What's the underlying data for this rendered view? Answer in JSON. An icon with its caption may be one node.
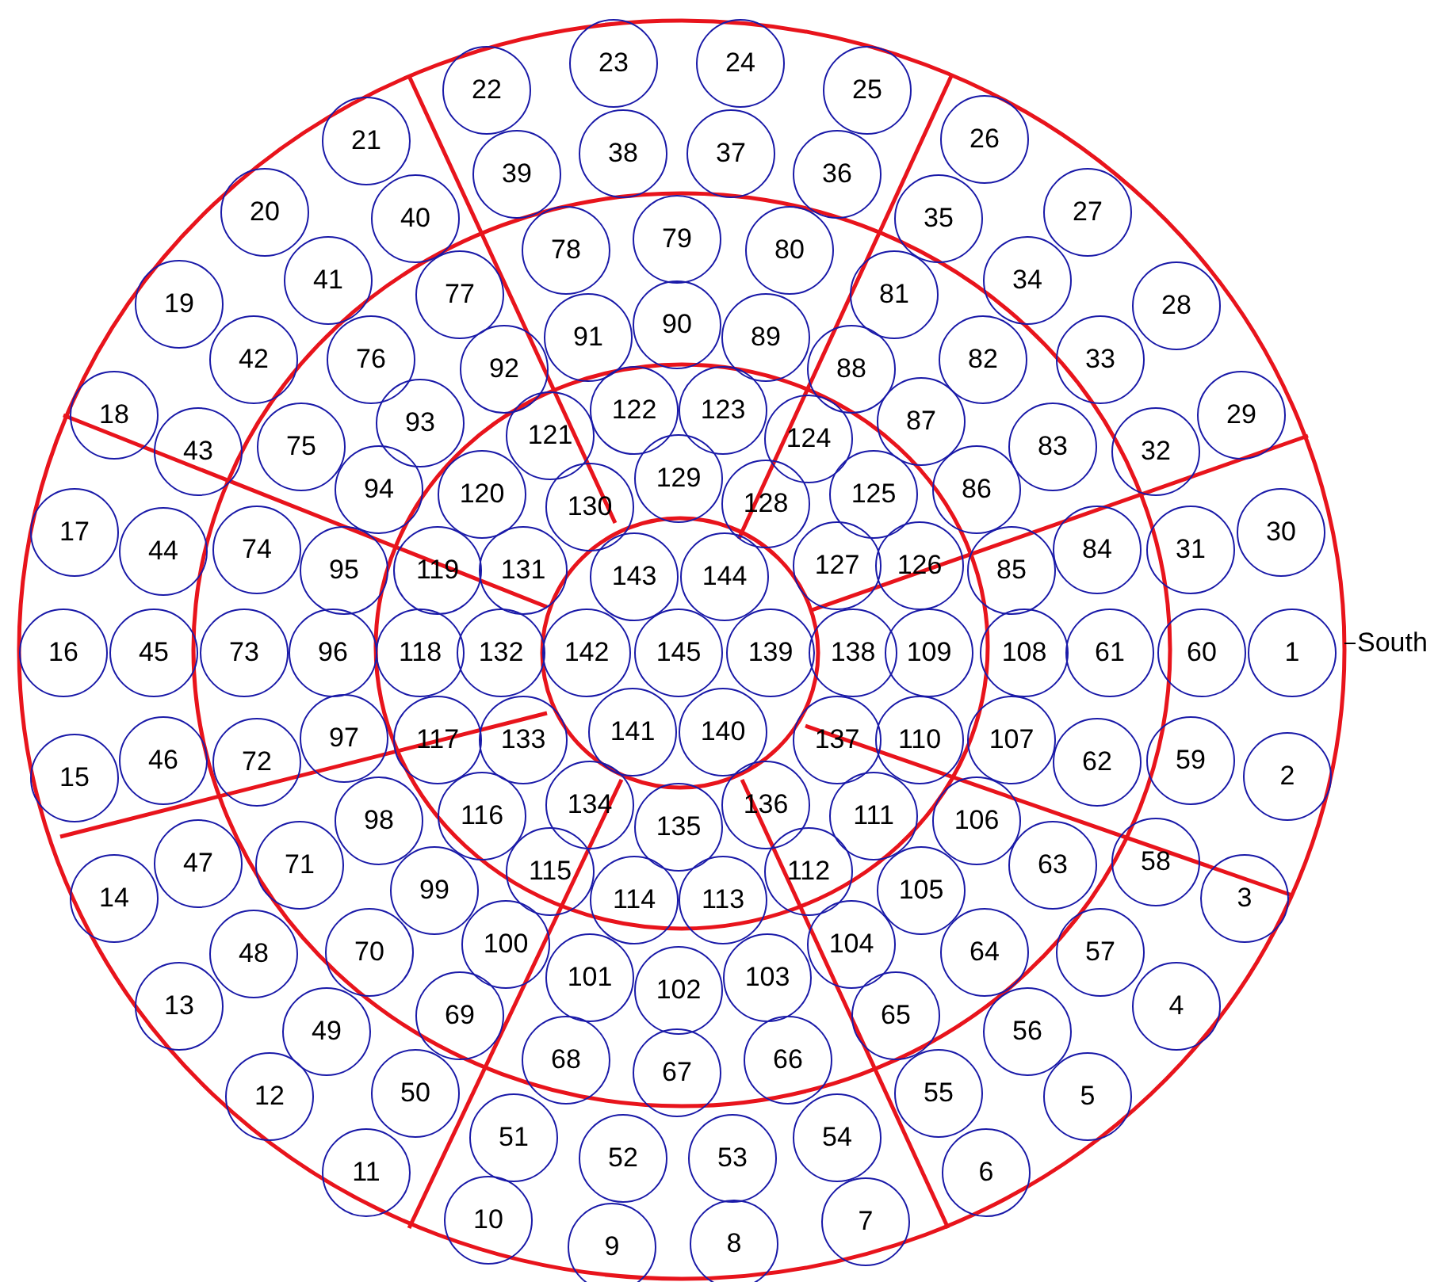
{
  "diagram": {
    "nodes": [
      {
        "text": [
          "1"
        ]
      },
      {
        "text": [
          "2"
        ]
      },
      {
        "text": [
          "3"
        ]
      },
      {
        "text": [
          "4"
        ]
      },
      {
        "text": [
          "5"
        ]
      },
      {
        "text": [
          "6"
        ]
      },
      {
        "text": [
          "7"
        ]
      },
      {
        "text": [
          "8"
        ]
      },
      {
        "text": [
          "9"
        ]
      },
      {
        "text": [
          "10"
        ]
      },
      {
        "text": [
          "11"
        ]
      },
      {
        "text": [
          "12"
        ]
      },
      {
        "text": [
          "13"
        ]
      },
      {
        "text": [
          "14"
        ]
      },
      {
        "text": [
          "15"
        ]
      },
      {
        "text": [
          "16"
        ]
      },
      {
        "text": [
          "17"
        ]
      },
      {
        "text": [
          "18"
        ]
      },
      {
        "text": [
          "19"
        ]
      },
      {
        "text": [
          "20"
        ]
      },
      {
        "text": [
          "21"
        ]
      },
      {
        "text": [
          "22"
        ]
      },
      {
        "text": [
          "23"
        ]
      },
      {
        "text": [
          "24"
        ]
      },
      {
        "text": [
          "25"
        ]
      },
      {
        "text": [
          "26"
        ]
      },
      {
        "text": [
          "27"
        ]
      },
      {
        "text": [
          "28"
        ]
      },
      {
        "text": [
          "29"
        ]
      },
      {
        "text": [
          "30"
        ]
      },
      {
        "text": [
          "31"
        ]
      },
      {
        "text": [
          "32"
        ]
      },
      {
        "text": [
          "33"
        ]
      },
      {
        "text": [
          "34"
        ]
      },
      {
        "text": [
          "35"
        ]
      },
      {
        "text": [
          "36"
        ]
      },
      {
        "text": [
          "37"
        ]
      },
      {
        "text": [
          "38"
        ]
      },
      {
        "text": [
          "39"
        ]
      },
      {
        "text": [
          "40"
        ]
      },
      {
        "text": [
          "41"
        ]
      },
      {
        "text": [
          "42"
        ]
      },
      {
        "text": [
          "43"
        ]
      },
      {
        "text": [
          "44"
        ]
      },
      {
        "text": [
          "45"
        ]
      },
      {
        "text": [
          "46"
        ]
      },
      {
        "text": [
          "47"
        ]
      },
      {
        "text": [
          "48"
        ]
      },
      {
        "text": [
          "49"
        ]
      },
      {
        "text": [
          "50"
        ]
      },
      {
        "text": [
          "51"
        ]
      },
      {
        "text": [
          "52"
        ]
      },
      {
        "text": [
          "53"
        ]
      },
      {
        "text": [
          "54"
        ]
      },
      {
        "text": [
          "55"
        ]
      },
      {
        "text": [
          "56"
        ]
      },
      {
        "text": [
          "57"
        ]
      },
      {
        "text": [
          "58"
        ]
      },
      {
        "text": [
          "59"
        ]
      },
      {
        "text": [
          "60"
        ]
      },
      {
        "text": [
          "61"
        ]
      },
      {
        "text": [
          "62"
        ]
      },
      {
        "text": [
          "63"
        ]
      },
      {
        "text": [
          "64"
        ]
      },
      {
        "text": [
          "65"
        ]
      },
      {
        "text": [
          "66"
        ]
      },
      {
        "text": [
          "67"
        ]
      },
      {
        "text": [
          "68"
        ]
      },
      {
        "text": [
          "69"
        ]
      },
      {
        "text": [
          "70"
        ]
      },
      {
        "text": [
          "71"
        ]
      },
      {
        "text": [
          "72"
        ]
      },
      {
        "text": [
          "73"
        ]
      },
      {
        "text": [
          "74"
        ]
      },
      {
        "text": [
          "75"
        ]
      },
      {
        "text": [
          "76"
        ]
      },
      {
        "text": [
          "77"
        ]
      },
      {
        "text": [
          "78"
        ]
      },
      {
        "text": [
          "79"
        ]
      },
      {
        "text": [
          "80"
        ]
      },
      {
        "text": [
          "81"
        ]
      },
      {
        "text": [
          "82"
        ]
      },
      {
        "text": [
          "83"
        ]
      },
      {
        "text": [
          "84"
        ]
      },
      {
        "text": [
          "85"
        ]
      },
      {
        "text": [
          "86"
        ]
      },
      {
        "text": [
          "87"
        ]
      },
      {
        "text": [
          "88"
        ]
      },
      {
        "text": [
          "89"
        ]
      },
      {
        "text": [
          "90"
        ]
      },
      {
        "text": [
          "91"
        ]
      },
      {
        "text": [
          "92"
        ]
      },
      {
        "text": [
          "93"
        ]
      },
      {
        "text": [
          "94"
        ]
      },
      {
        "text": [
          "95"
        ]
      },
      {
        "text": [
          "96"
        ]
      },
      {
        "text": [
          "97"
        ]
      },
      {
        "text": [
          "98"
        ]
      },
      {
        "text": [
          "99"
        ]
      },
      {
        "text": [
          "100"
        ]
      },
      {
        "text": [
          "101"
        ]
      },
      {
        "text": [
          "102"
        ]
      },
      {
        "text": [
          "103"
        ]
      },
      {
        "text": [
          "104"
        ]
      },
      {
        "text": [
          "105"
        ]
      },
      {
        "text": [
          "106"
        ]
      },
      {
        "text": [
          "107"
        ]
      },
      {
        "text": [
          "108"
        ]
      },
      {
        "text": [
          "109"
        ]
      },
      {
        "text": [
          "110"
        ]
      },
      {
        "text": [
          "111"
        ]
      },
      {
        "text": [
          "112"
        ]
      },
      {
        "text": [
          "113"
        ]
      },
      {
        "text": [
          "114"
        ]
      },
      {
        "text": [
          "115"
        ]
      },
      {
        "text": [
          "116"
        ]
      },
      {
        "text": [
          "117"
        ]
      },
      {
        "text": [
          "118"
        ]
      },
      {
        "text": [
          "119"
        ]
      },
      {
        "text": [
          "120"
        ]
      },
      {
        "text": [
          "121"
        ]
      },
      {
        "text": [
          "122"
        ]
      },
      {
        "text": [
          "123"
        ]
      },
      {
        "text": [
          "124"
        ]
      },
      {
        "text": [
          "125"
        ]
      },
      {
        "text": [
          "126"
        ]
      },
      {
        "text": [
          "127"
        ]
      },
      {
        "text": [
          "128"
        ]
      },
      {
        "text": [
          "129"
        ]
      },
      {
        "text": [
          "130"
        ]
      },
      {
        "text": [
          "131"
        ]
      },
      {
        "text": [
          "132"
        ]
      },
      {
        "text": [
          "133"
        ]
      },
      {
        "text": [
          "134"
        ]
      },
      {
        "text": [
          "135"
        ]
      },
      {
        "text": [
          "136"
        ]
      },
      {
        "text": [
          "137"
        ]
      },
      {
        "text": [
          "138"
        ]
      },
      {
        "text": [
          "139"
        ]
      },
      {
        "text": [
          "140"
        ]
      },
      {
        "text": [
          "141"
        ]
      },
      {
        "text": [
          "142"
        ]
      },
      {
        "text": [
          "143"
        ]
      },
      {
        "text": [
          "144"
        ]
      },
      {
        "text": [
          "145"
        ]
      }
    ],
    "labels": [
      "South"
    ]
  }
}
